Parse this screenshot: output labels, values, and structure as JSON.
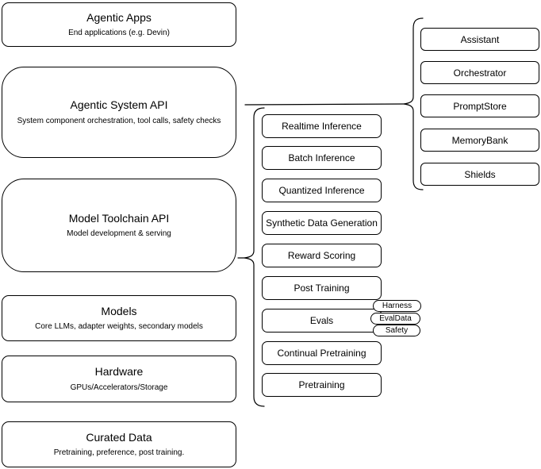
{
  "diagram": {
    "left_stack": [
      {
        "title": "Agentic Apps",
        "subtitle": "End applications (e.g. Devin)"
      },
      {
        "title": "Agentic System API",
        "subtitle": "System component orchestration, tool calls, safety checks"
      },
      {
        "title": "Model Toolchain API",
        "subtitle": "Model development & serving"
      },
      {
        "title": "Models",
        "subtitle": "Core LLMs, adapter weights, secondary models"
      },
      {
        "title": "Hardware",
        "subtitle": "GPUs/Accelerators/Storage"
      },
      {
        "title": "Curated Data",
        "subtitle": "Pretraining, preference, post training."
      }
    ],
    "toolchain_services": [
      "Realtime Inference",
      "Batch Inference",
      "Quantized Inference",
      "Synthetic Data Generation",
      "Reward Scoring",
      "Post Training",
      "Evals",
      "Continual Pretraining",
      "Pretraining"
    ],
    "eval_badges": [
      "Harness",
      "EvalData",
      "Safety"
    ],
    "system_components": [
      "Assistant",
      "Orchestrator",
      "PromptStore",
      "MemoryBank",
      "Shields"
    ],
    "colors": {
      "stroke": "#000000",
      "fill": "#ffffff",
      "text": "#000000",
      "background": "#ffffff"
    }
  }
}
